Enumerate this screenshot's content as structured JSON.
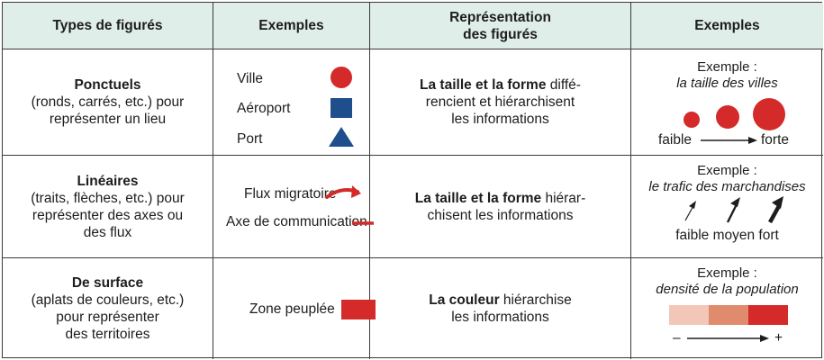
{
  "headers": {
    "col1": "Types de figurés",
    "col2": "Exemples",
    "col3_line1": "Représentation",
    "col3_line2": "des figurés",
    "col4": "Exemples"
  },
  "rows": {
    "ponctuels": {
      "type_title": "Ponctuels",
      "type_l1": "(ronds, carrés, etc.) pour",
      "type_l2": "représenter un lieu",
      "ex1": "Ville",
      "ex2": "Aéroport",
      "ex3": "Port",
      "rep_bold": "La taille et la forme",
      "rep_l1_rest": " diffé-",
      "rep_l2": "rencient et hiérarchisent",
      "rep_l3": "les informations",
      "box_title": "Exemple :",
      "box_sub": "la taille des villes",
      "box_low": "faible",
      "box_high": "forte"
    },
    "lineaires": {
      "type_title": "Linéaires",
      "type_l1": "(traits, flèches, etc.) pour",
      "type_l2": "représenter des axes ou",
      "type_l3": "des flux",
      "ex1": "Flux migratoire",
      "ex2": "Axe de communication",
      "rep_bold": "La taille et la forme",
      "rep_l1_rest": " hiérar-",
      "rep_l2": "chisent les informations",
      "box_title": "Exemple :",
      "box_sub": "le trafic des marchandises",
      "box_scale": "faible moyen fort"
    },
    "surface": {
      "type_title": "De surface",
      "type_l1": "(aplats de couleurs, etc.)",
      "type_l2": "pour représenter",
      "type_l3": "des territoires",
      "ex1": "Zone peuplée",
      "rep_bold": "La couleur",
      "rep_l1_rest": " hiérarchise",
      "rep_l2": "les informations",
      "box_title": "Exemple :",
      "box_sub": "densité de la population",
      "box_minus": "–",
      "box_plus": "+"
    }
  },
  "colors": {
    "header_bg": "#dfeee9",
    "red": "#d42a2a",
    "blue": "#1f4e8c",
    "density_light": "#f2c7b7",
    "density_mid": "#e08a6e",
    "density_dark": "#d42a2a"
  },
  "icons": [
    "red-circle-icon",
    "blue-square-icon",
    "blue-triangle-icon",
    "curved-arrow-icon",
    "red-line-icon"
  ]
}
